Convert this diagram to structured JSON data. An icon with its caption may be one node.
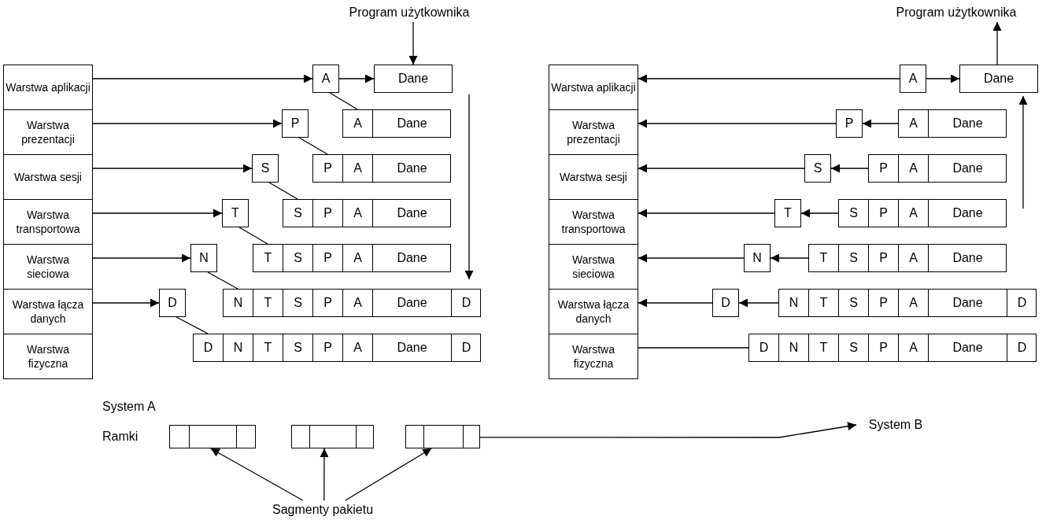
{
  "diagram": {
    "nodes": [
      {
        "text": [
          "Program użytkownika"
        ]
      },
      {
        "text": [
          "Warstwa aplikacji"
        ]
      },
      {
        "text": [
          "Warstwa prezentacji"
        ]
      },
      {
        "text": [
          "Warstwa sesji"
        ]
      },
      {
        "text": [
          "Warstwa transportowa"
        ]
      },
      {
        "text": [
          "Warstwa sieciowa"
        ]
      },
      {
        "text": [
          "Warstwa łącza danych"
        ]
      },
      {
        "text": [
          "Warstwa fizyczna"
        ]
      },
      {
        "text": [
          "A"
        ]
      },
      {
        "text": [
          "Dane"
        ]
      },
      {
        "text": [
          "P"
        ]
      },
      {
        "text": [
          "A",
          "Dane"
        ]
      },
      {
        "text": [
          "S"
        ]
      },
      {
        "text": [
          "P",
          "A",
          "Dane"
        ]
      },
      {
        "text": [
          "T"
        ]
      },
      {
        "text": [
          "S",
          "P",
          "A",
          "Dane"
        ]
      },
      {
        "text": [
          "N"
        ]
      },
      {
        "text": [
          "T",
          "S",
          "P",
          "A",
          "Dane"
        ]
      },
      {
        "text": [
          "D"
        ]
      },
      {
        "text": [
          "N",
          "T",
          "S",
          "P",
          "A",
          "Dane",
          "D"
        ]
      },
      {
        "text": [
          "D",
          "N",
          "T",
          "S",
          "P",
          "A",
          "Dane",
          "D"
        ]
      },
      {
        "text": [
          "Program użytkownika"
        ]
      },
      {
        "text": [
          "Warstwa aplikacji"
        ]
      },
      {
        "text": [
          "Warstwa prezentacji"
        ]
      },
      {
        "text": [
          "Warstwa sesji"
        ]
      },
      {
        "text": [
          "Warstwa transportowa"
        ]
      },
      {
        "text": [
          "Warstwa sieciowa"
        ]
      },
      {
        "text": [
          "Warstwa łącza danych"
        ]
      },
      {
        "text": [
          "Warstwa fizyczna"
        ]
      },
      {
        "text": [
          "A"
        ]
      },
      {
        "text": [
          "Dane"
        ]
      },
      {
        "text": [
          "P"
        ]
      },
      {
        "text": [
          "A",
          "Dane"
        ]
      },
      {
        "text": [
          "S"
        ]
      },
      {
        "text": [
          "P",
          "A",
          "Dane"
        ]
      },
      {
        "text": [
          "T"
        ]
      },
      {
        "text": [
          "S",
          "P",
          "A",
          "Dane"
        ]
      },
      {
        "text": [
          "N"
        ]
      },
      {
        "text": [
          "T",
          "S",
          "P",
          "A",
          "Dane"
        ]
      },
      {
        "text": [
          "D"
        ]
      },
      {
        "text": [
          "N",
          "T",
          "S",
          "P",
          "A",
          "Dane",
          "D"
        ]
      },
      {
        "text": [
          "D",
          "N",
          "T",
          "S",
          "P",
          "A",
          "Dane",
          "D"
        ]
      },
      {
        "text": [],
        "shape": "box"
      },
      {
        "text": [],
        "shape": "box"
      },
      {
        "text": [],
        "shape": "box"
      },
      {
        "text": [
          "System B"
        ]
      },
      {
        "text": [
          "Sagmenty pakietu"
        ]
      }
    ],
    "edges": [
      {
        "from": 0,
        "to": 9,
        "arrow": "to"
      },
      {
        "from": 8,
        "to": 9,
        "arrow": "to"
      },
      {
        "from": 1,
        "to": 8,
        "arrow": "to"
      },
      {
        "from": 8,
        "to": 11,
        "arrow": "none"
      },
      {
        "from": 2,
        "to": 10,
        "arrow": "to"
      },
      {
        "from": 10,
        "to": 13,
        "arrow": "none"
      },
      {
        "from": 3,
        "to": 12,
        "arrow": "to"
      },
      {
        "from": 12,
        "to": 15,
        "arrow": "none"
      },
      {
        "from": 4,
        "to": 14,
        "arrow": "to"
      },
      {
        "from": 14,
        "to": 17,
        "arrow": "none"
      },
      {
        "from": 5,
        "to": 16,
        "arrow": "to"
      },
      {
        "from": 16,
        "to": 19,
        "arrow": "none"
      },
      {
        "from": 6,
        "to": 18,
        "arrow": "to"
      },
      {
        "from": 18,
        "to": 20,
        "arrow": "none"
      },
      {
        "from": 30,
        "to": 21,
        "arrow": "to"
      },
      {
        "from": 29,
        "to": 30,
        "arrow": "to"
      },
      {
        "from": 29,
        "to": 22,
        "arrow": "to"
      },
      {
        "from": 32,
        "to": 31,
        "arrow": "to"
      },
      {
        "from": 31,
        "to": 23,
        "arrow": "to"
      },
      {
        "from": 34,
        "to": 33,
        "arrow": "to"
      },
      {
        "from": 33,
        "to": 24,
        "arrow": "to"
      },
      {
        "from": 36,
        "to": 35,
        "arrow": "to"
      },
      {
        "from": 35,
        "to": 25,
        "arrow": "to"
      },
      {
        "from": 38,
        "to": 37,
        "arrow": "to"
      },
      {
        "from": 37,
        "to": 26,
        "arrow": "to"
      },
      {
        "from": 40,
        "to": 39,
        "arrow": "to"
      },
      {
        "from": 39,
        "to": 27,
        "arrow": "to"
      },
      {
        "from": 41,
        "to": 28,
        "arrow": "none"
      },
      {
        "from": 46,
        "to": 42,
        "arrow": "to"
      },
      {
        "from": 46,
        "to": 43,
        "arrow": "to"
      },
      {
        "from": 46,
        "to": 44,
        "arrow": "to"
      },
      {
        "from": 44,
        "to": 45,
        "arrow": "to"
      }
    ],
    "labels": [
      "System A",
      "Ramki"
    ]
  }
}
